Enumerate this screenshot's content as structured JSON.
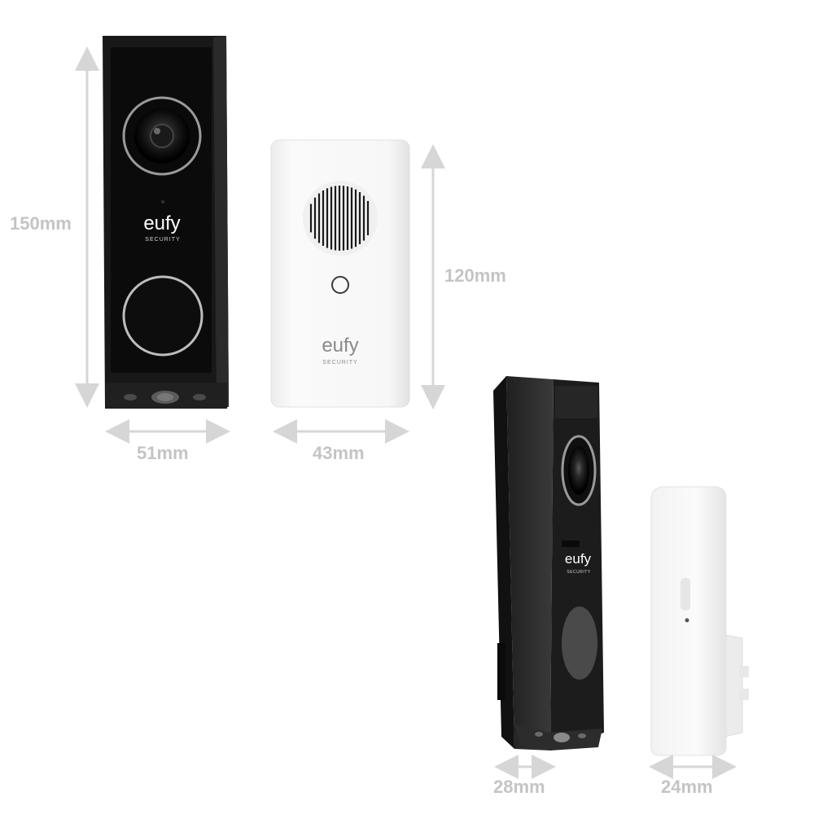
{
  "brand": {
    "logo_text": "eufy",
    "logo_subtext": "SECURITY"
  },
  "dimensions": {
    "doorbell_height": "150mm",
    "doorbell_width": "51mm",
    "chime_height": "120mm",
    "chime_width": "43mm",
    "doorbell_depth": "28mm",
    "chime_depth": "24mm"
  },
  "colors": {
    "background": "#ffffff",
    "dimension_text": "#c4c4c4",
    "arrow": "#d6d6d6",
    "doorbell_body": "#1b1b1b",
    "chime_body": "#f6f6f6"
  }
}
